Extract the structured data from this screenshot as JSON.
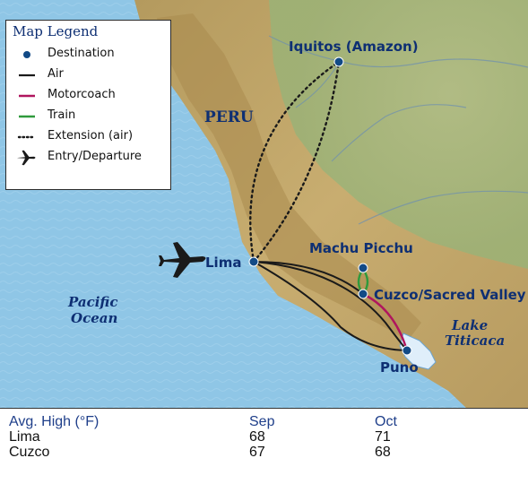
{
  "legend": {
    "title": "Map Legend",
    "items": [
      {
        "label": "Destination",
        "symbol": "dot-icon"
      },
      {
        "label": "Air",
        "symbol": "solid-line-icon"
      },
      {
        "label": "Motorcoach",
        "symbol": "magenta-line-icon"
      },
      {
        "label": "Train",
        "symbol": "green-line-icon"
      },
      {
        "label": "Extension (air)",
        "symbol": "dotted-line-icon"
      },
      {
        "label": "Entry/Departure",
        "symbol": "airplane-icon"
      }
    ]
  },
  "map": {
    "country": "PERU",
    "ocean": [
      "Pacific",
      "Ocean"
    ],
    "lake": [
      "Lake",
      "Titicaca"
    ],
    "cities": {
      "iquitos": "Iquitos (Amazon)",
      "lima": "Lima",
      "machu_picchu": "Machu Picchu",
      "cuzco": "Cuzco/Sacred Valley",
      "puno": "Puno"
    }
  },
  "colors": {
    "ocean": "#8fc6e6",
    "land": "#c6a868",
    "lowland": "#a3b67b",
    "destination": "#124a86",
    "air": "#1a1a1a",
    "motorcoach": "#b0155e",
    "train": "#2f9a3c",
    "label": "#0e2f73"
  },
  "temperatures": {
    "header": [
      "Avg. High (°F)",
      "Sep",
      "Oct"
    ],
    "rows": [
      {
        "city": "Lima",
        "sep": "68",
        "oct": "71"
      },
      {
        "city": "Cuzco",
        "sep": "67",
        "oct": "68"
      }
    ]
  }
}
